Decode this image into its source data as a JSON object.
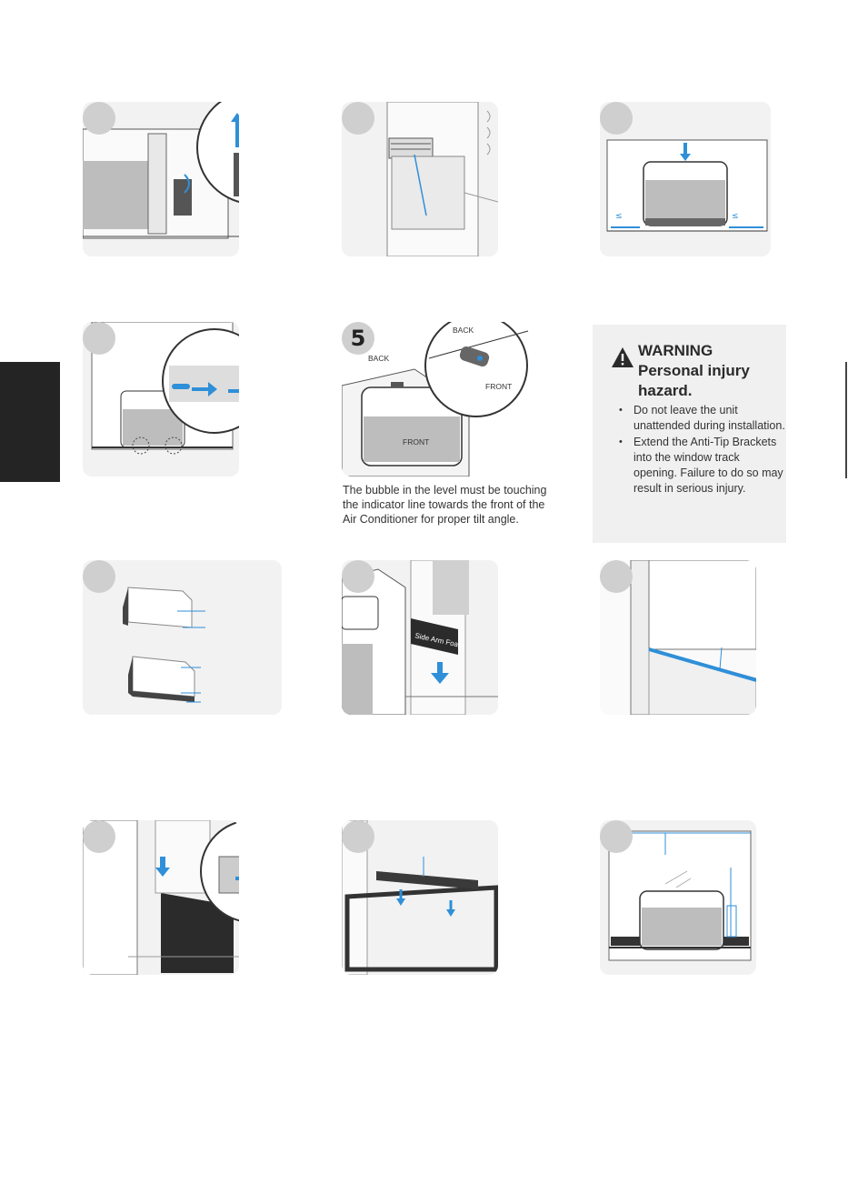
{
  "steps": [
    {
      "num": "",
      "icon": "anti-tip-bracket-lift-illustration"
    },
    {
      "num": "",
      "icon": "window-channel-illustration"
    },
    {
      "num": "",
      "icon": "center-unit-in-window-illustration"
    },
    {
      "num": "",
      "icon": "slide-bracket-illustration"
    },
    {
      "num": "5",
      "icon": "level-bubble-illustration"
    },
    {
      "num": "",
      "icon": "foam-strip-illustration"
    },
    {
      "num": "",
      "icon": "side-arm-foam-illustration"
    },
    {
      "num": "",
      "icon": "window-sill-tape-illustration"
    },
    {
      "num": "",
      "icon": "insert-side-panel-illustration"
    },
    {
      "num": "",
      "icon": "sash-foam-seal-illustration"
    },
    {
      "num": "",
      "icon": "window-closed-on-unit-illustration"
    }
  ],
  "level_step": {
    "label_back": "BACK",
    "label_front": "FRONT",
    "caption": "The bubble in the level must be touching the indicator line towards the front of the Air Conditioner for proper tilt angle."
  },
  "warning": {
    "title_line1": "WARNING",
    "title_line2": "Personal injury",
    "title_line3": "hazard.",
    "items": [
      "Do not leave the unit unattended during installation.",
      "Extend the Anti-Tip Brackets into the window track opening. Failure to do so may result in serious injury."
    ],
    "icon": "warning-triangle-icon"
  },
  "side_arm_foam_label": "Side Arm Foam",
  "colors": {
    "accent": "#2f8fd8",
    "panel": "#f2f2f2",
    "unit_gray": "#bdbdbd",
    "dark": "#2b2b2b"
  }
}
